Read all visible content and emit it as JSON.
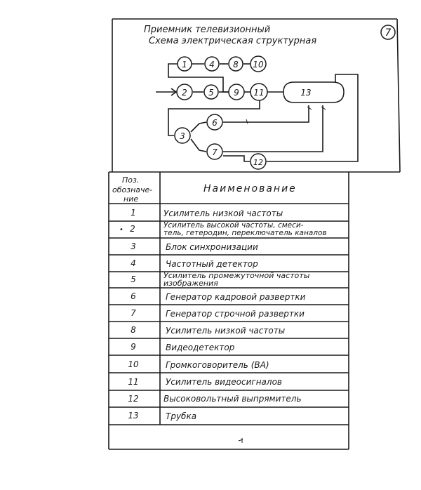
{
  "diagram": {
    "sheet_number": "7",
    "title_line1": "Приемник телевизионный",
    "title_line2": "Схема электрическая структурная",
    "nodes": [
      {
        "id": "1",
        "label": "1"
      },
      {
        "id": "4",
        "label": "4"
      },
      {
        "id": "8",
        "label": "8"
      },
      {
        "id": "10",
        "label": "10"
      },
      {
        "id": "2",
        "label": "2"
      },
      {
        "id": "5",
        "label": "5"
      },
      {
        "id": "9",
        "label": "9"
      },
      {
        "id": "11",
        "label": "11"
      },
      {
        "id": "13",
        "label": "13"
      },
      {
        "id": "6",
        "label": "6"
      },
      {
        "id": "3",
        "label": "3"
      },
      {
        "id": "7",
        "label": "7"
      },
      {
        "id": "12",
        "label": "12"
      }
    ]
  },
  "table": {
    "col_pos_line1": "Поз.",
    "col_pos_line2": "обозначе-",
    "col_pos_line3": "ние",
    "col_name": "Наименование",
    "rows": [
      {
        "pos": "1",
        "name": "Усилитель низкой частоты"
      },
      {
        "pos": "2",
        "name_line1": "Усилитель высокой частоты, смеси-",
        "name_line2": "тель, гетеродин, переключатель каналов"
      },
      {
        "pos": "3",
        "name": "Блок синхронизации"
      },
      {
        "pos": "4",
        "name": "Частотный детектор"
      },
      {
        "pos": "5",
        "name_line1": "Усилитель промежуточной частоты",
        "name_line2": "изображения"
      },
      {
        "pos": "6",
        "name": "Генератор кадровой развертки"
      },
      {
        "pos": "7",
        "name": "Генератор строчной развертки"
      },
      {
        "pos": "8",
        "name": "Усилитель низкой частоты"
      },
      {
        "pos": "9",
        "name": "Видеодетектор"
      },
      {
        "pos": "10",
        "name": "Громкоговоритель (ВА)"
      },
      {
        "pos": "11",
        "name": "Усилитель видеосигналов"
      },
      {
        "pos": "12",
        "name": "Высоковольтный выпрямитель"
      },
      {
        "pos": "13",
        "name": "Трубка"
      }
    ]
  }
}
